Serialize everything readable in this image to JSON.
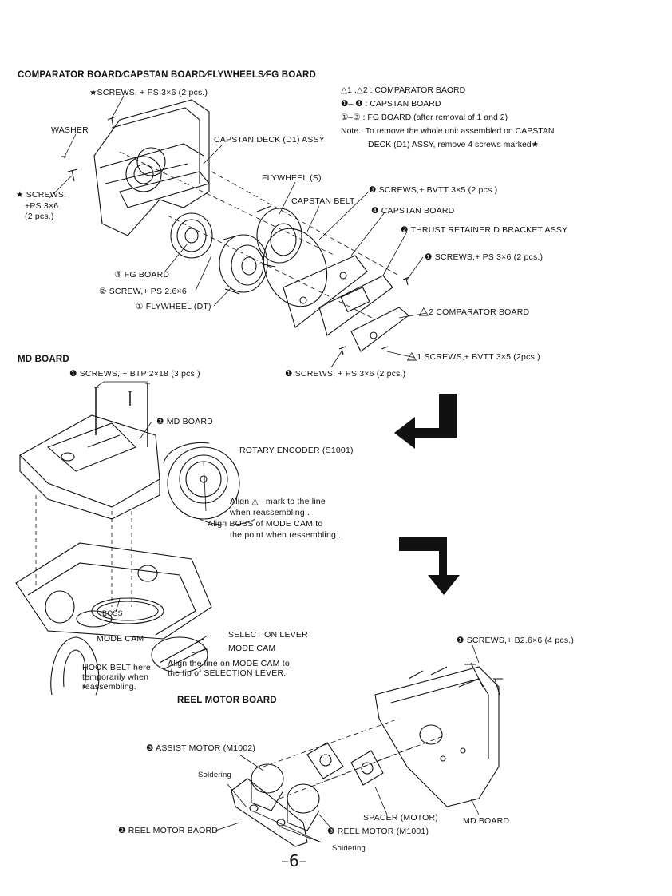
{
  "section1": {
    "title": "COMPARATOR BOARD∕CAPSTAN BOARD∕FLYWHEELS∕FG BOARD",
    "labels": {
      "screws_star": "★SCREWS, + PS 3×6 (2 pcs.)",
      "washer": "WASHER",
      "capstan_deck": "CAPSTAN DECK (D1) ASSY",
      "screws_star_left_1": "★ SCREWS,",
      "screws_star_left_2": "+PS 3×6",
      "screws_star_left_3": "(2 pcs.)",
      "flywheel_s": "FLYWHEEL (S)",
      "capstan_belt": "CAPSTAN BELT",
      "screws_bvtt5": "❸ SCREWS,+ BVTT 3×5 (2 pcs.)",
      "capstan_board": "❹ CAPSTAN BOARD",
      "thrust_retainer": "❷ THRUST RETAINER D BRACKET  ASSY",
      "screws_ps1": "❶ SCREWS,+ PS 3×6 (2 pcs.)",
      "fg_board": "③ FG BOARD",
      "screw_ps26": "② SCREW,+ PS 2.6×6",
      "flywheel_dt": "① FLYWHEEL (DT)",
      "comparator_board": "⃤2 COMPARATOR BOARD",
      "screws_bvtt_comp": "⃤1 SCREWS,+ BVTT 3×5 (2pcs.)",
      "screws_ps_bottom": "❶ SCREWS, + PS 3×6 (2 pcs.)"
    },
    "legend": {
      "line1": "△1 ,△2 : COMPARATOR BAORD",
      "line2": "❶– ❹ : CAPSTAN BOARD",
      "line3": "①–③ : FG BOARD  (after removal of 1 and 2)",
      "line4": "Note : To remove the whole unit assembled on CAPSTAN",
      "line5": "DECK (D1) ASSY, remove 4 screws marked★."
    }
  },
  "section2": {
    "title": "MD BOARD",
    "labels": {
      "screws_btp": "❶ SCREWS, + BTP 2×18 (3 pcs.)",
      "md_board": "❷ MD BOARD",
      "rotary_encoder": "ROTARY ENCODER (S1001)",
      "align1": "Align △– mark to the line",
      "align2": "when reassembling .",
      "align3": "Align BOSS of MODE CAM to",
      "align4": "the point when ressembling .",
      "boss": "BOSS",
      "mode_cam": "MODE CAM",
      "selection_lever": "SELECTION LEVER",
      "mode_cam2": "MODE CAM",
      "align_line1": "Align the line on MODE CAM to",
      "align_line2": "the tip of SELECTION LEVER.",
      "hook1": "HOOK BELT here",
      "hook2": "temporarily when",
      "hook3": "reassembling."
    }
  },
  "section3": {
    "title": "REEL MOTOR BOARD",
    "labels": {
      "screws_b26": "❶ SCREWS,+ B2.6×6 (4 pcs.)",
      "assist_motor": "❸ ASSIST MOTOR (M1002)",
      "soldering1": "Soldering",
      "reel_motor_board": "❷ REEL MOTOR BAORD",
      "spacer": "SPACER (MOTOR)",
      "reel_motor": "❸ REEL MOTOR (M1001)",
      "soldering2": "Soldering",
      "md_board": "MD BOARD"
    }
  },
  "page_number": "–6–"
}
